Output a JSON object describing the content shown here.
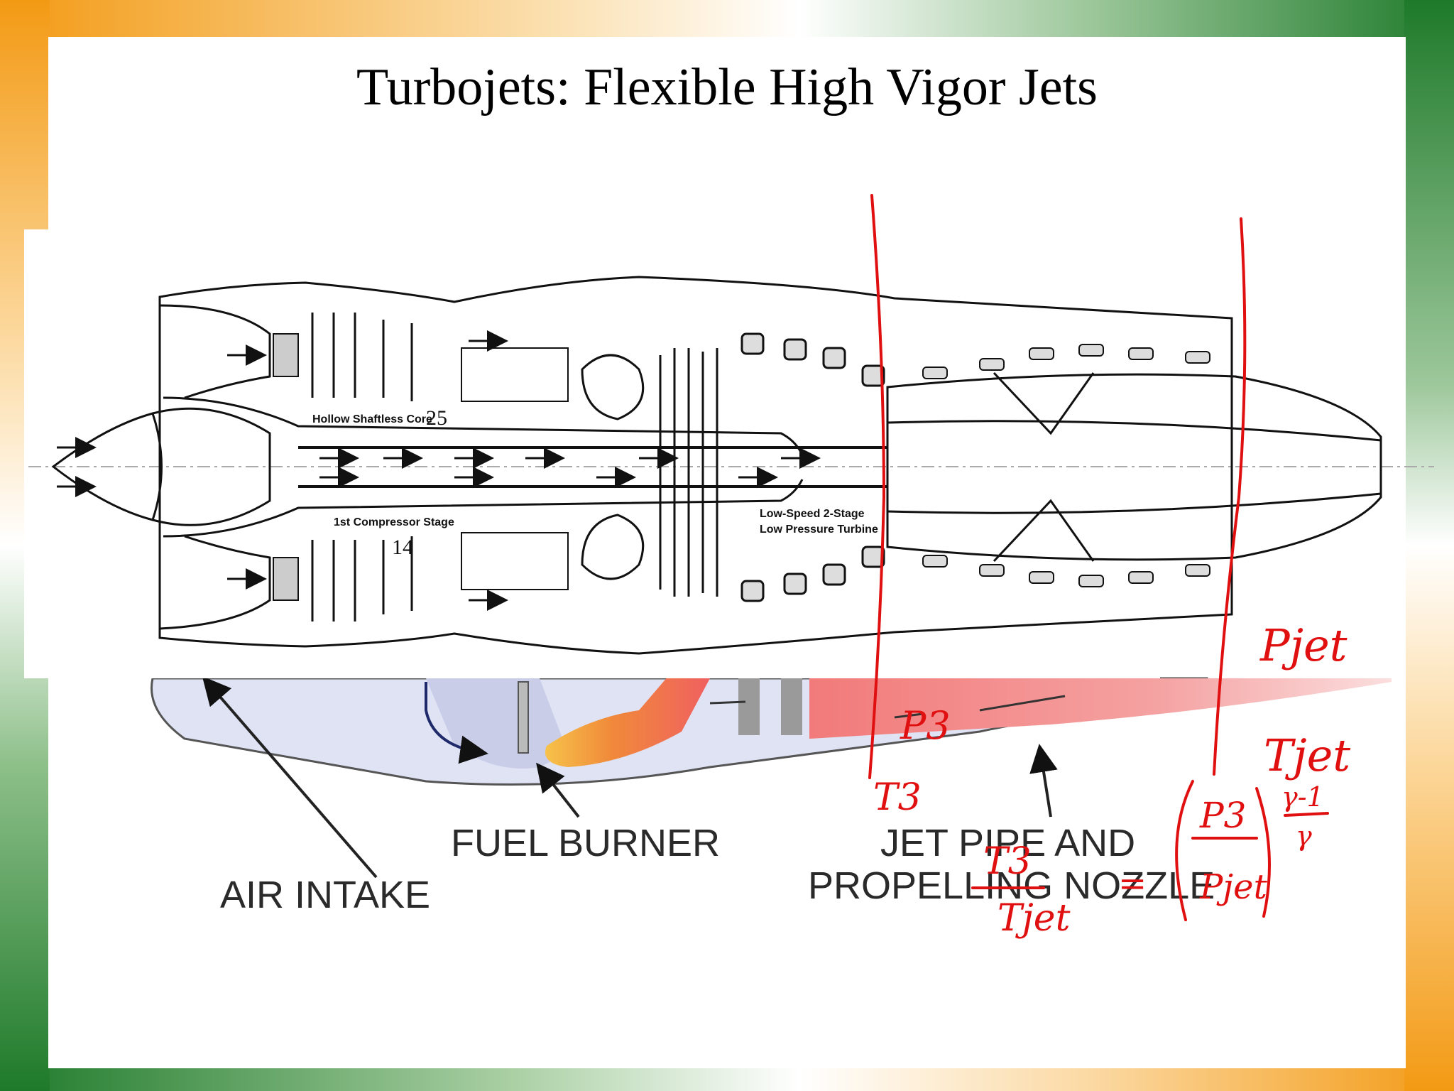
{
  "slide": {
    "title": "Turbojets: Flexible High Vigor Jets",
    "theme_colors": {
      "saffron": "#f39c1a",
      "white": "#ffffff",
      "green": "#1f7a2a"
    }
  },
  "engine_diagram": {
    "labels": {
      "hollow_shaft_core": "Hollow Shaftless Core",
      "hollow_shaft_core_number": "25",
      "first_stage": "1st Compressor Stage",
      "first_stage_number": "14",
      "lp_turbine_line1": "Low-Speed 2-Stage",
      "lp_turbine_line2": "Low Pressure Turbine"
    }
  },
  "lower_diagram": {
    "labels": {
      "air_intake": "AIR INTAKE",
      "fuel_burner": "FUEL BURNER",
      "jet_pipe_line1": "JET PIPE AND",
      "jet_pipe_line2": "PROPELLING NOZZLE"
    }
  },
  "annotations": {
    "p3": "P3",
    "t3": "T3",
    "pjet": "Pjet",
    "tjet": "Tjet",
    "eq_num": "T3",
    "eq_den": "Tjet",
    "eq_inner_num": "P3",
    "eq_inner_den": "Pjet",
    "eq_exp_num": "γ-1",
    "eq_exp_den": "γ",
    "eq_sign": "="
  }
}
